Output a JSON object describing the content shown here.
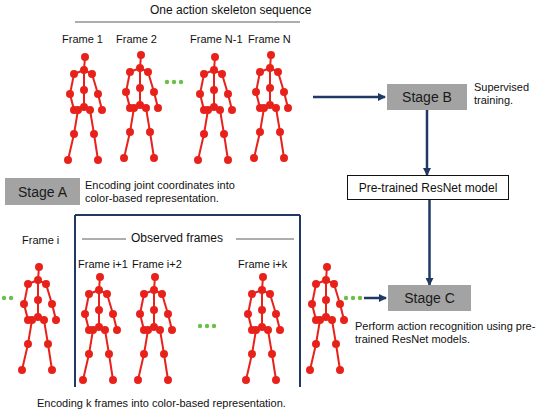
{
  "diagram": {
    "nodes": [
      {
        "text": [
          "Stage A"
        ]
      },
      {
        "text": [
          "Stage B"
        ]
      },
      {
        "text": [
          "Pre-trained ResNet model"
        ]
      },
      {
        "text": [
          "Stage C"
        ]
      }
    ],
    "edges": [
      {
        "from": 1,
        "to": 2,
        "arrow": "to"
      },
      {
        "from": 2,
        "to": 3,
        "arrow": "to"
      }
    ],
    "labels": [
      "One action skeleton sequence",
      "Frame 1",
      "Frame 2",
      "Frame N-1",
      "Frame N",
      "Supervised training.",
      "Encoding joint coordinates into color-based representation.",
      "Observed frames",
      "Frame i",
      "Frame i+1",
      "Frame i+2",
      "Frame i+k",
      "Perform action recognition using pre-trained ResNet models.",
      "Encoding k frames into color-based representation."
    ]
  }
}
